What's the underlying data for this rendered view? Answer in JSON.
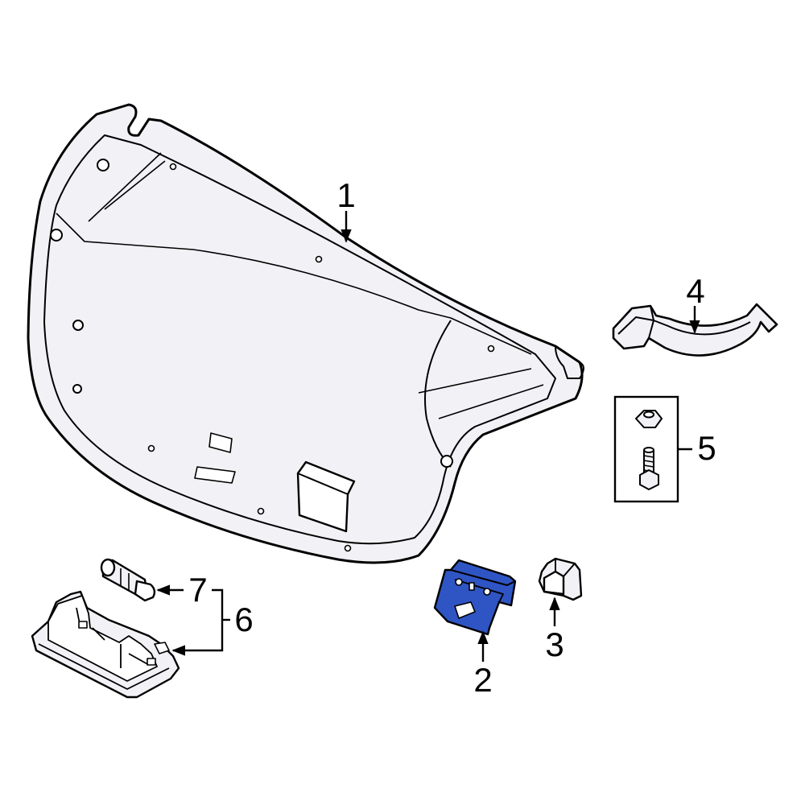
{
  "callouts": {
    "c1": "1",
    "c2": "2",
    "c3": "3",
    "c4": "4",
    "c5": "5",
    "c6": "6",
    "c7": "7"
  },
  "colors": {
    "highlight_part": "#2f55c4",
    "part_fill": "#f2f2f6",
    "line": "#000000"
  }
}
